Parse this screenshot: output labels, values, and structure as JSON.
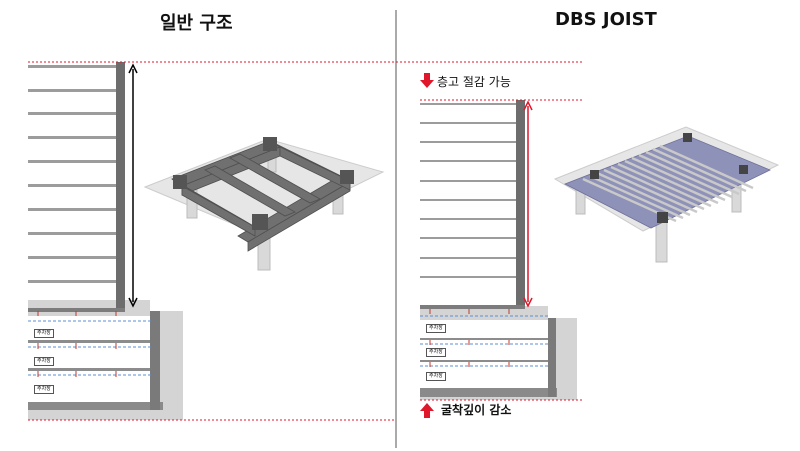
{
  "titles": {
    "left": "일반 구조",
    "right": "DBS JOIST"
  },
  "notes": {
    "height_reduction": "층고 절감 가능",
    "excavation_reduction": "굴착깊이 감소"
  },
  "parking_label": "주차장",
  "colors": {
    "level_line": "#e0162b",
    "dimension_left": "#000000",
    "dimension_right": "#e0162b",
    "slab": "#9c9c9c",
    "ground": "#cfcfcf",
    "dashed_level": "#5b8fd6",
    "beam": "#606060",
    "joist_plate": "#8f92b8",
    "joist_rod": "#c9c9c9"
  }
}
